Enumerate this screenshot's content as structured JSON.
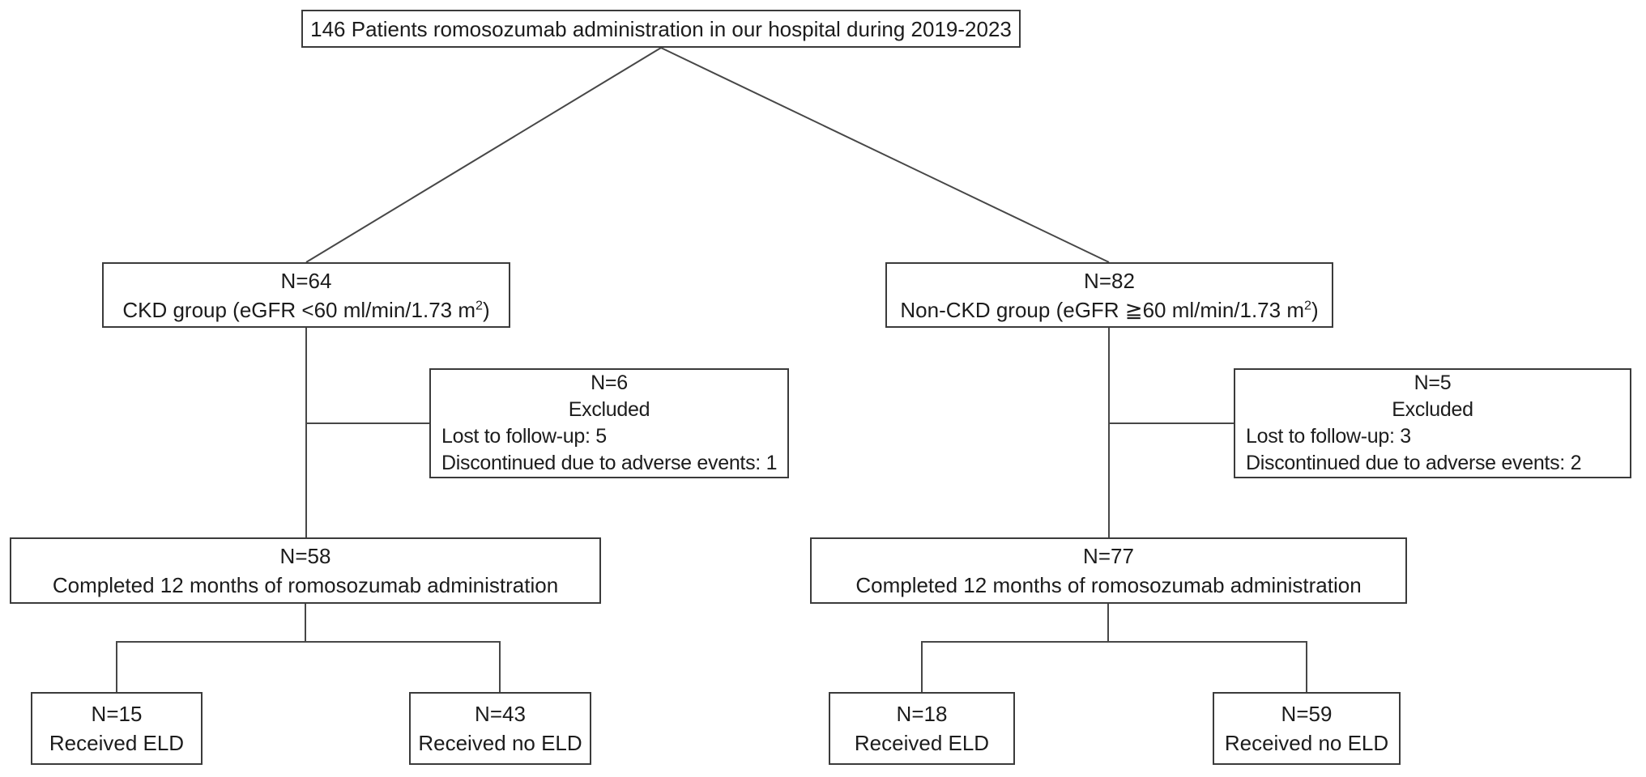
{
  "figure": {
    "title_box": "146 Patients romosozumab administration in our hospital during 2019-2023",
    "groups": {
      "ckd": {
        "n": "N=64",
        "label_pre": "CKD group (eGFR <60 ml/min/1.73 m",
        "label_sup": "2",
        "label_post": ")",
        "excluded": {
          "n": "N=6",
          "title": "Excluded",
          "reasons": [
            "Lost to follow-up: 5",
            "Discontinued due to adverse events: 1"
          ]
        },
        "completed": {
          "n": "N=58",
          "label": "Completed 12 months of romosozumab administration"
        },
        "eld": {
          "n": "N=15",
          "label": "Received ELD"
        },
        "no_eld": {
          "n": "N=43",
          "label": "Received no ELD"
        }
      },
      "non_ckd": {
        "n": "N=82",
        "label_pre": "Non-CKD group (eGFR ≧60 ml/min/1.73 m",
        "label_sup": "2",
        "label_post": ")",
        "excluded": {
          "n": "N=5",
          "title": "Excluded",
          "reasons": [
            "Lost to follow-up: 3",
            "Discontinued due to adverse events: 2"
          ]
        },
        "completed": {
          "n": "N=77",
          "label": "Completed 12 months of romosozumab administration"
        },
        "eld": {
          "n": "N=18",
          "label": "Received ELD"
        },
        "no_eld": {
          "n": "N=59",
          "label": "Received no ELD"
        }
      }
    },
    "colors": {
      "background": "#ffffff",
      "box_border": "#3b3b3b",
      "connector_line": "#474747",
      "text": "#1c1c1c"
    }
  }
}
